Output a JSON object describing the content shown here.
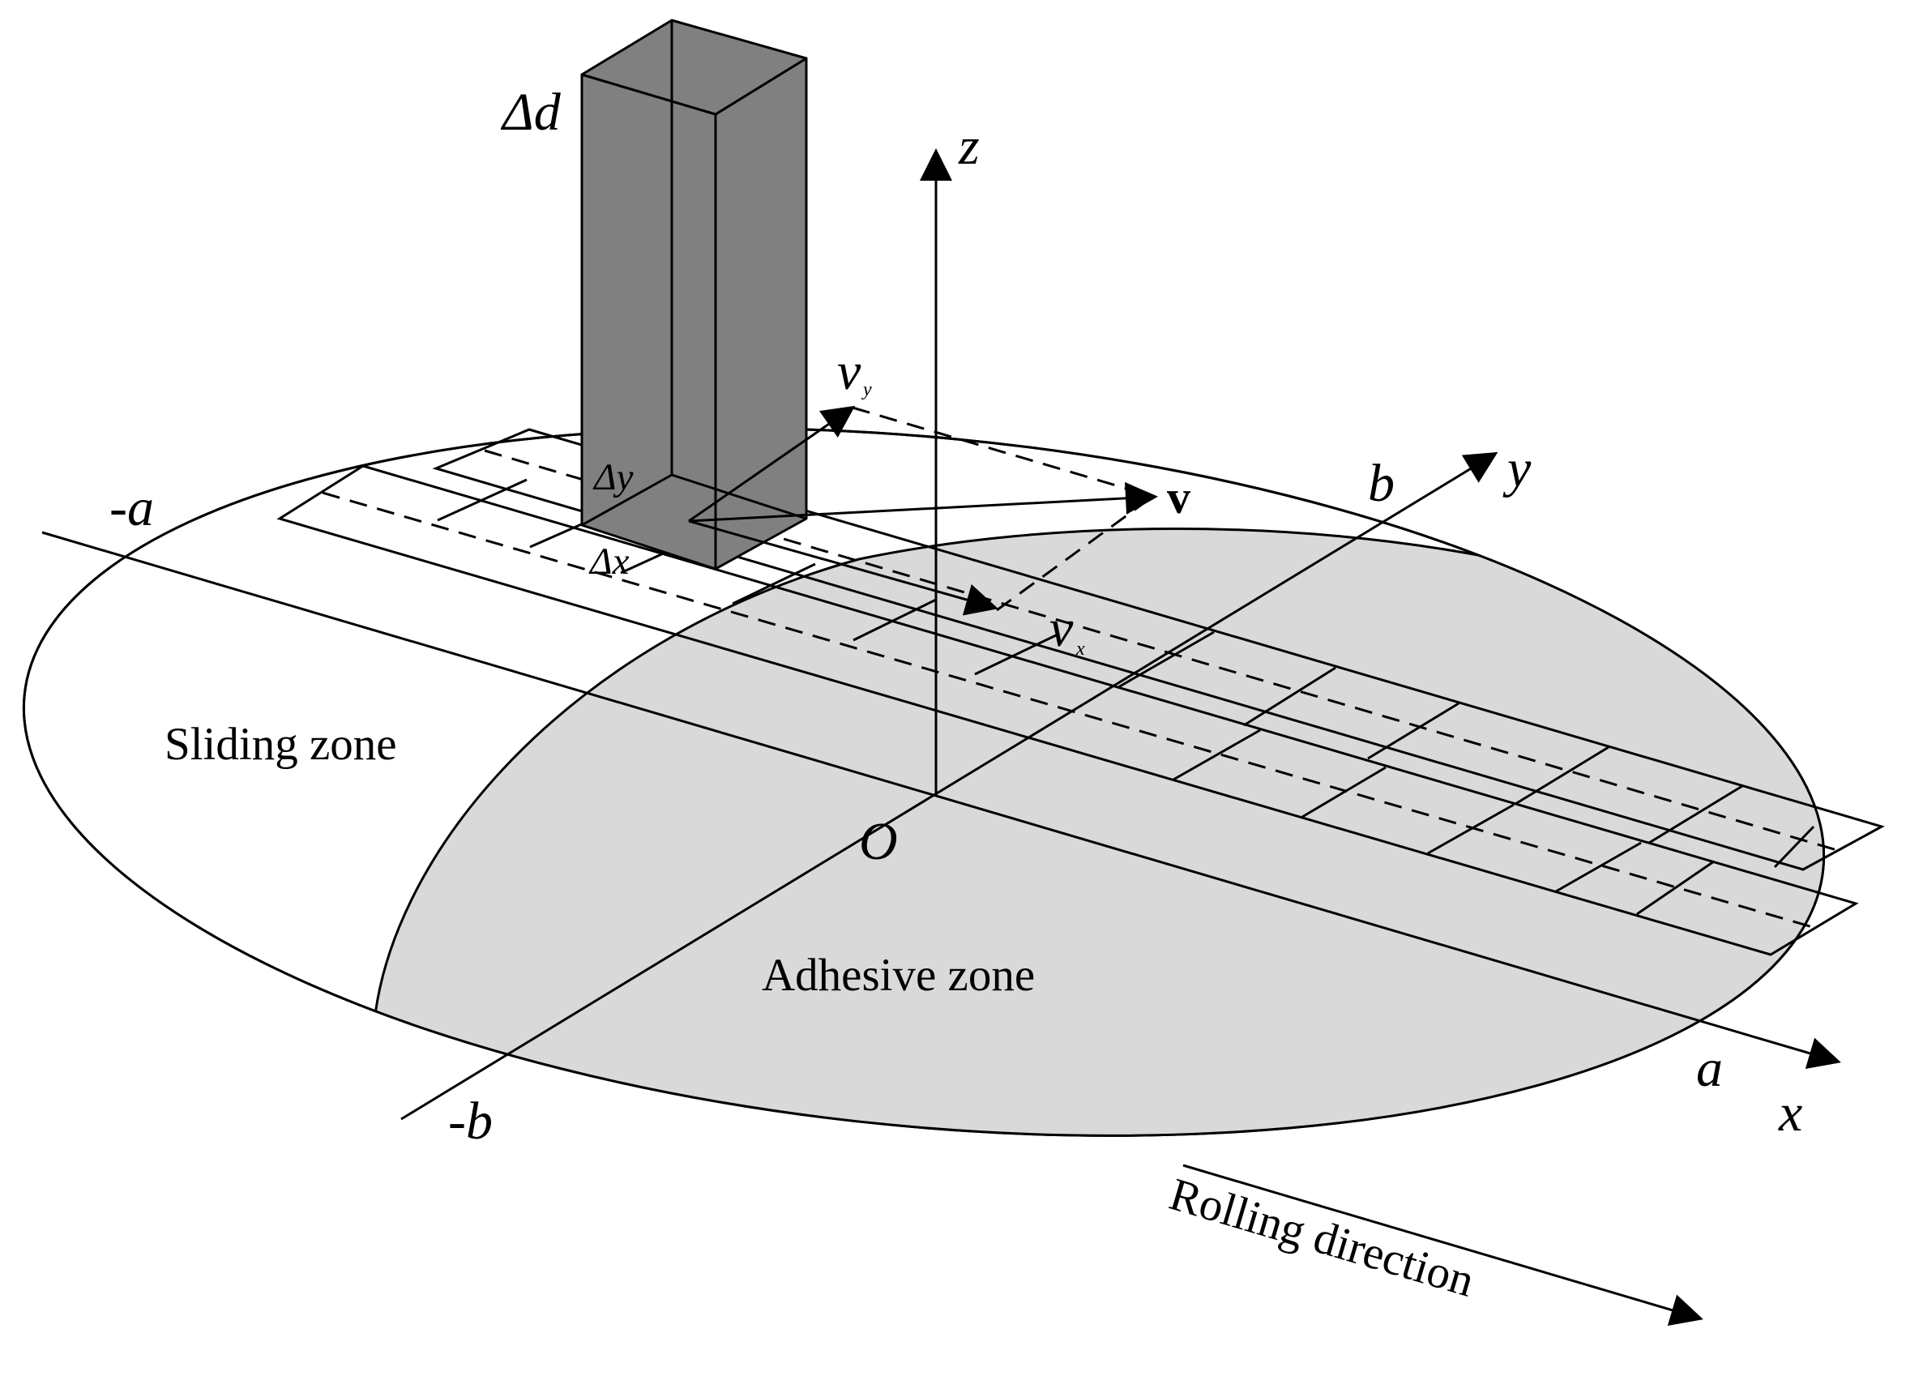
{
  "labels": {
    "delta_d": "Δd",
    "z_axis": "z",
    "v_y": "v",
    "v_y_sub": "y",
    "delta_y": "Δy",
    "v_vector": "v",
    "delta_x": "Δx",
    "v_x": "v",
    "v_x_sub": "x",
    "b_label": "b",
    "y_axis": "y",
    "neg_a": "-a",
    "sliding_zone": "Sliding zone",
    "origin": "O",
    "adhesive_zone": "Adhesive zone",
    "a_label": "a",
    "x_axis": "x",
    "neg_b": "-b",
    "rolling_direction": "Rolling direction"
  },
  "colors": {
    "stroke": "#000000",
    "adhesive_fill": "#d9d9d9",
    "column_fill": "#808080",
    "background": "#ffffff"
  }
}
